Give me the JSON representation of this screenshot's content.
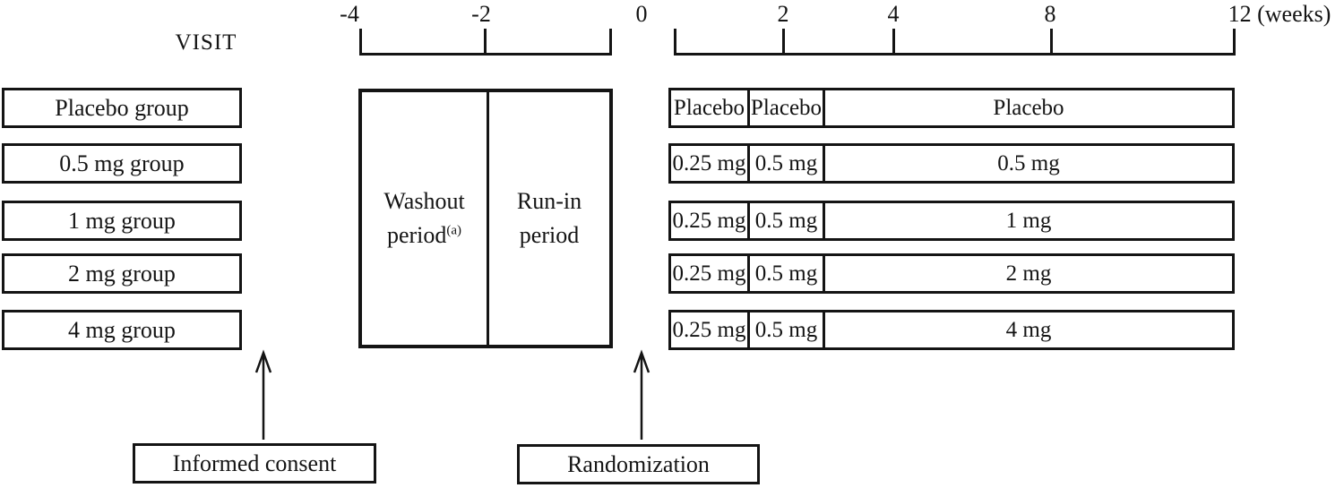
{
  "timeline": {
    "labels": [
      "-4",
      "-2",
      "0",
      "2",
      "4",
      "8",
      "12 (weeks)"
    ],
    "visit_label": "VISIT"
  },
  "groups": [
    "Placebo group",
    "0.5 mg group",
    "1 mg group",
    "2 mg group",
    "4 mg group"
  ],
  "periods": {
    "washout_line1": "Washout",
    "washout_line2": "period",
    "washout_superscript": "(a)",
    "runin_line1": "Run-in",
    "runin_line2": "period"
  },
  "dose_rows": [
    [
      "Placebo",
      "Placebo",
      "Placebo"
    ],
    [
      "0.25 mg",
      "0.5 mg",
      "0.5 mg"
    ],
    [
      "0.25 mg",
      "0.5 mg",
      "1 mg"
    ],
    [
      "0.25 mg",
      "0.5 mg",
      "2 mg"
    ],
    [
      "0.25 mg",
      "0.5 mg",
      "4 mg"
    ]
  ],
  "annotations": {
    "informed_consent": "Informed consent",
    "randomization": "Randomization"
  },
  "colors": {
    "line": "#141414",
    "background": "#ffffff"
  }
}
